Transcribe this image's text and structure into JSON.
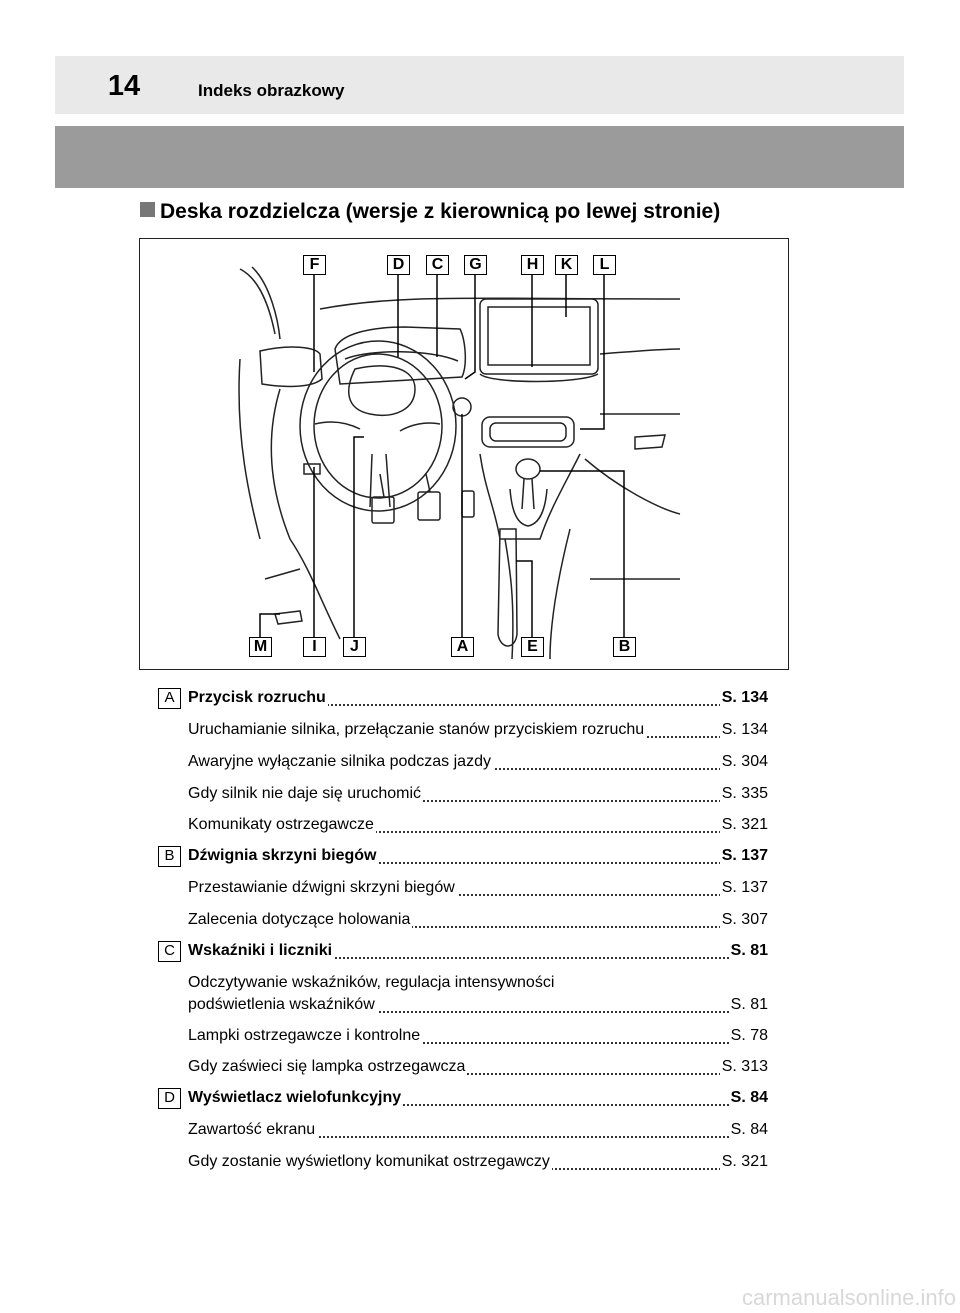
{
  "header": {
    "page_number": "14",
    "title": "Indeks obrazkowy"
  },
  "section_title": "Deska rozdzielcza (wersje z kierownicą po lewej stronie)",
  "figure": {
    "top_labels": [
      "F",
      "D",
      "C",
      "G",
      "H",
      "K",
      "L"
    ],
    "bottom_labels": [
      "M",
      "I",
      "J",
      "A",
      "E",
      "B"
    ]
  },
  "entries": [
    {
      "letter": "A",
      "title": "Przycisk rozruchu",
      "page": "S. 134",
      "items": [
        {
          "text": "Uruchamianie silnika, przełączanie stanów przyciskiem rozruchu",
          "page": "S. 134"
        },
        {
          "text": "Awaryjne wyłączanie silnika podczas jazdy",
          "page": "S. 304"
        },
        {
          "text": "Gdy silnik nie daje się uruchomić",
          "page": "S. 335"
        },
        {
          "text": "Komunikaty ostrzegawcze",
          "page": "S. 321"
        }
      ]
    },
    {
      "letter": "B",
      "title": "Dźwignia skrzyni biegów",
      "page": "S. 137",
      "items": [
        {
          "text": "Przestawianie dźwigni skrzyni biegów",
          "page": "S. 137"
        },
        {
          "text": "Zalecenia dotyczące holowania",
          "page": "S. 307"
        }
      ]
    },
    {
      "letter": "C",
      "title": "Wskaźniki i liczniki",
      "page": "S. 81",
      "items": [
        {
          "text_line1": "Odczytywanie wskaźników, regulacja intensywności",
          "text": "podświetlenia wskaźników",
          "page": "S. 81"
        },
        {
          "text": "Lampki ostrzegawcze i kontrolne",
          "page": "S. 78"
        },
        {
          "text": "Gdy zaświeci się lampka ostrzegawcza",
          "page": "S. 313"
        }
      ]
    },
    {
      "letter": "D",
      "title": "Wyświetlacz wielofunkcyjny",
      "page": "S. 84",
      "items": [
        {
          "text": "Zawartość ekranu",
          "page": "S. 84"
        },
        {
          "text": "Gdy zostanie wyświetlony komunikat ostrzegawczy",
          "page": "S. 321"
        }
      ]
    }
  ],
  "footer": "carmanualsonline.info"
}
